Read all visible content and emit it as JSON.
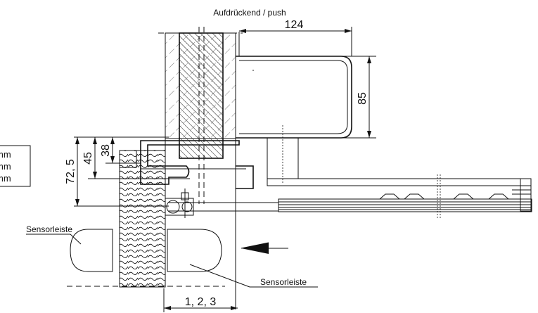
{
  "title": "Aufdrückend / push",
  "dimensions": {
    "width_top": "124",
    "height_right": "85",
    "d45": "45",
    "d38": "38",
    "d72_5": "72, 5",
    "bottom": "1, 2, 3"
  },
  "legend": {
    "lines": [
      "mm",
      "mm",
      "mm"
    ]
  },
  "labels": {
    "sensor_left": "Sensorleiste",
    "sensor_right": "Sensorleiste"
  },
  "icons": {
    "direction_arrow": "arrow-left-icon"
  }
}
